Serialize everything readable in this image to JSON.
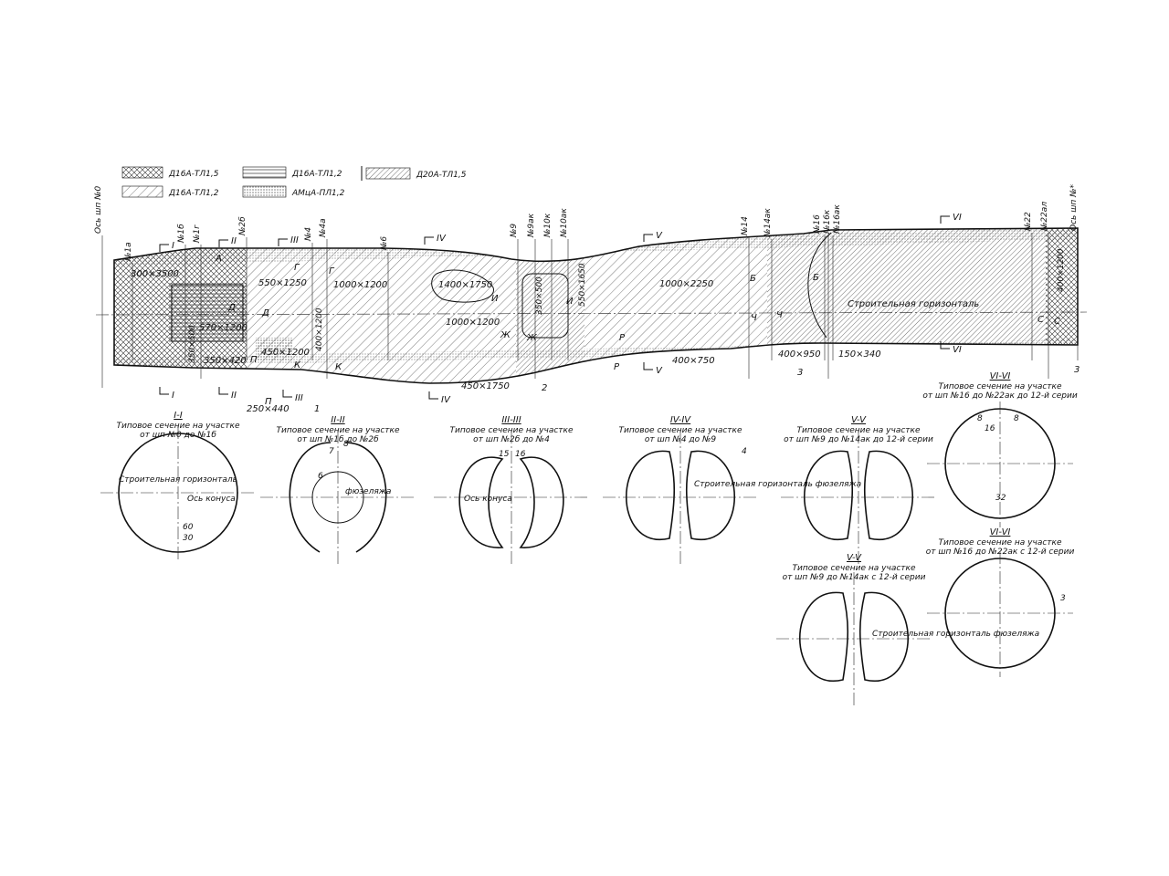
{
  "legend": [
    {
      "label": "Д16А-ТЛ1,5",
      "pattern": "crosshatch"
    },
    {
      "label": "Д16А-ТЛ1,2",
      "pattern": "hatch"
    },
    {
      "label": "Д16А-ТЛ1,2",
      "pattern": "horizontal"
    },
    {
      "label": "АМцА-ПЛ1,2",
      "pattern": "dotted"
    },
    {
      "label": "Д20А-ТЛ1,5",
      "pattern": "hatch-dense"
    }
  ],
  "frames": [
    "Ось шп №0",
    "№1а",
    "№1б",
    "№1г",
    "№2б",
    "№4",
    "№4а",
    "№6",
    "№9",
    "№9ак",
    "№10к",
    "№10ак",
    "№14",
    "№14ак",
    "№16",
    "№16к",
    "№16ак",
    "№22",
    "№22ал",
    "Ось шп №*"
  ],
  "sections": [
    "I",
    "II",
    "III",
    "IV",
    "V",
    "VI"
  ],
  "dimensions": [
    "300×3500",
    "550×1250",
    "1000×1200",
    "1400×1750",
    "1000×1200",
    "570×1200",
    "350×420",
    "450×1200",
    "250×440",
    "400×1200",
    "350×500",
    "550×1650",
    "350×500",
    "1000×2250",
    "400×750",
    "450×1750",
    "400×950",
    "150×340",
    "400×1200"
  ],
  "letters": [
    "А",
    "Г",
    "Г",
    "Д",
    "Д",
    "К",
    "К",
    "П",
    "П",
    "И",
    "И",
    "Ж",
    "Ж",
    "Р",
    "Р",
    "Б",
    "Б",
    "Ч",
    "Ч",
    "С",
    "С"
  ],
  "callouts": [
    "1",
    "2",
    "3",
    "3"
  ],
  "horizon_label": "Строительная горизонталь",
  "views": [
    {
      "title": "I-I",
      "line1": "Типовое сечение на участке",
      "line2": "от шп №0 до №1б",
      "notes": [
        "Строительная горизонталь",
        "Ось конуса",
        "60",
        "30"
      ]
    },
    {
      "title": "II-II",
      "line1": "Типовое сечение на участке",
      "line2": "от шп №1б до №2б",
      "notes": [
        "7",
        "8",
        "6",
        "фюзеляжа"
      ]
    },
    {
      "title": "III-III",
      "line1": "Типовое сечение на участке",
      "line2": "от шп №2б до №4",
      "notes": [
        "15",
        "16",
        "Ось конуса"
      ]
    },
    {
      "title": "IV-IV",
      "line1": "Типовое сечение на участке",
      "line2": "от шп №4 до №9",
      "notes": [
        "4",
        "Строительная горизонталь фюзеляжа"
      ]
    },
    {
      "title": "V-V",
      "line1": "Типовое сечение на участке",
      "line2": "от шп №9 до №14ак до 12-й серии",
      "notes": []
    },
    {
      "title": "VI-VI",
      "line1": "Типовое сечение на участке",
      "line2": "от шп №16 до №22ак до 12-й серии",
      "notes": [
        "8",
        "8",
        "16",
        "32"
      ]
    },
    {
      "title": "V-V",
      "line1": "Типовое сечение на участке",
      "line2": "от шп №9 до №14ак с 12-й серии",
      "notes": [
        "Строительная горизонталь фюзеляжа"
      ]
    },
    {
      "title": "VI-VI",
      "line1": "Типовое сечение на участке",
      "line2": "от шп №16 до №22ак с 12-й серии",
      "notes": [
        "3"
      ]
    }
  ]
}
